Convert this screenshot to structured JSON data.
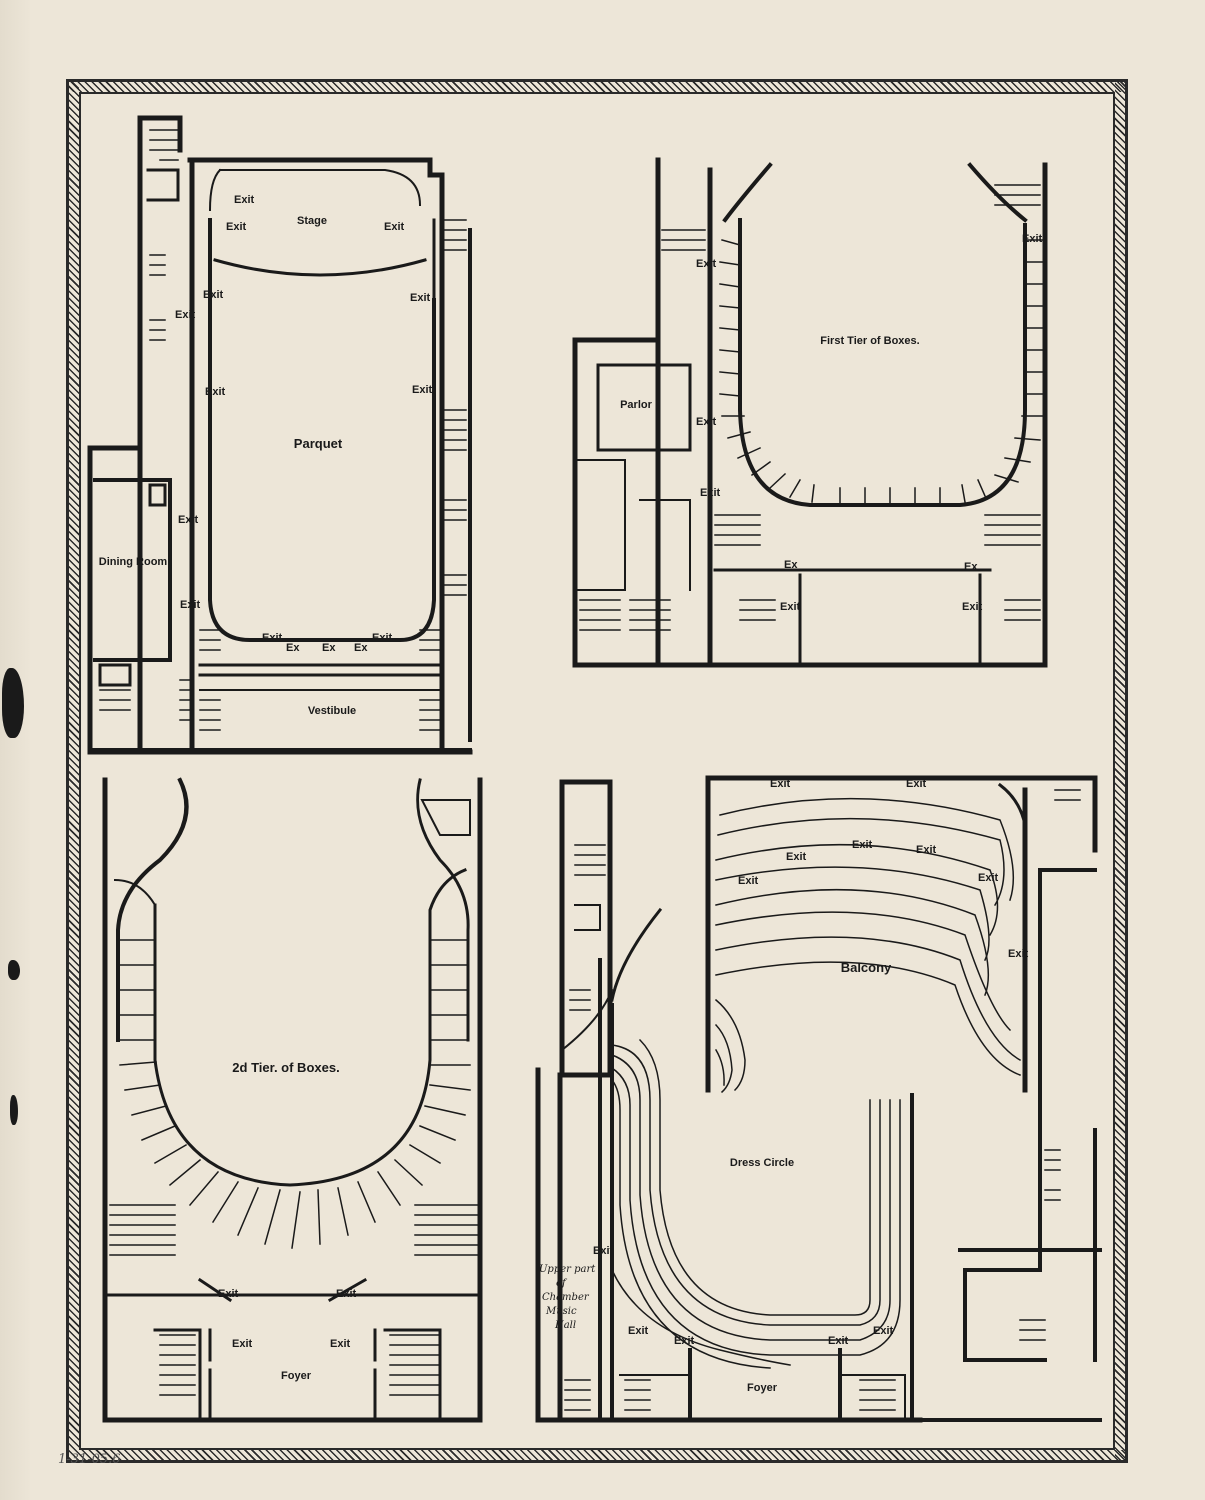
{
  "catalog_number": "1-31-05.6",
  "plans": {
    "parquet": {
      "name": "Parquet",
      "stage": "Stage",
      "vestibule": "Vestibule",
      "dining_room": "Dining Room",
      "exit": "Exit",
      "ex": "Ex"
    },
    "first_tier": {
      "name": "First Tier of Boxes.",
      "parlor": "Parlor",
      "exit": "Exit",
      "ex": "Ex"
    },
    "second_tier": {
      "name": "2d Tier. of Boxes.",
      "foyer": "Foyer",
      "exit": "Exit"
    },
    "balcony": {
      "name": "Balcony",
      "dress_circle": "Dress Circle",
      "foyer": "Foyer",
      "chamber_note": "Upper part of Chamber Music Hall",
      "exit": "Exit"
    }
  }
}
